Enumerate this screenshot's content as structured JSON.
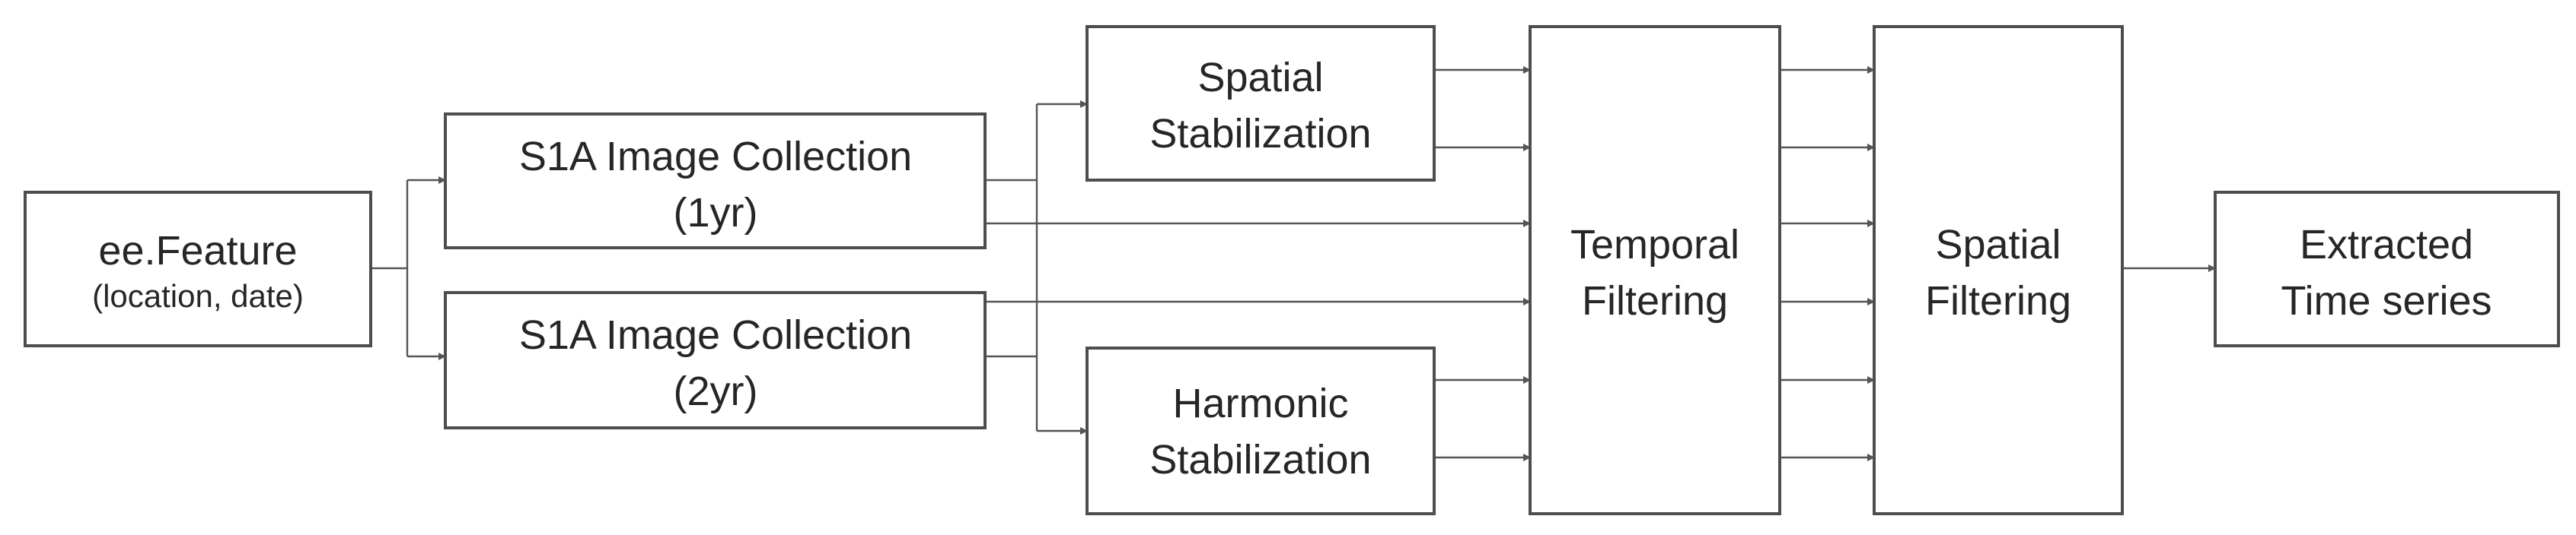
{
  "nodes": {
    "feature": {
      "title": "ee.Feature",
      "subtitle": "(location, date)"
    },
    "s1a_1yr": {
      "line1": "S1A Image Collection",
      "line2": "(1yr)"
    },
    "s1a_2yr": {
      "line1": "S1A Image Collection",
      "line2": "(2yr)"
    },
    "spatial_stab": {
      "line1": "Spatial",
      "line2": "Stabilization"
    },
    "harmonic_stab": {
      "line1": "Harmonic",
      "line2": "Stabilization"
    },
    "temporal_filter": {
      "line1": "Temporal",
      "line2": "Filtering"
    },
    "spatial_filter": {
      "line1": "Spatial",
      "line2": "Filtering"
    },
    "extracted": {
      "line1": "Extracted",
      "line2": "Time series"
    }
  },
  "colors": {
    "stroke": "#4d4d4d",
    "text": "#262626",
    "background": "#ffffff"
  }
}
